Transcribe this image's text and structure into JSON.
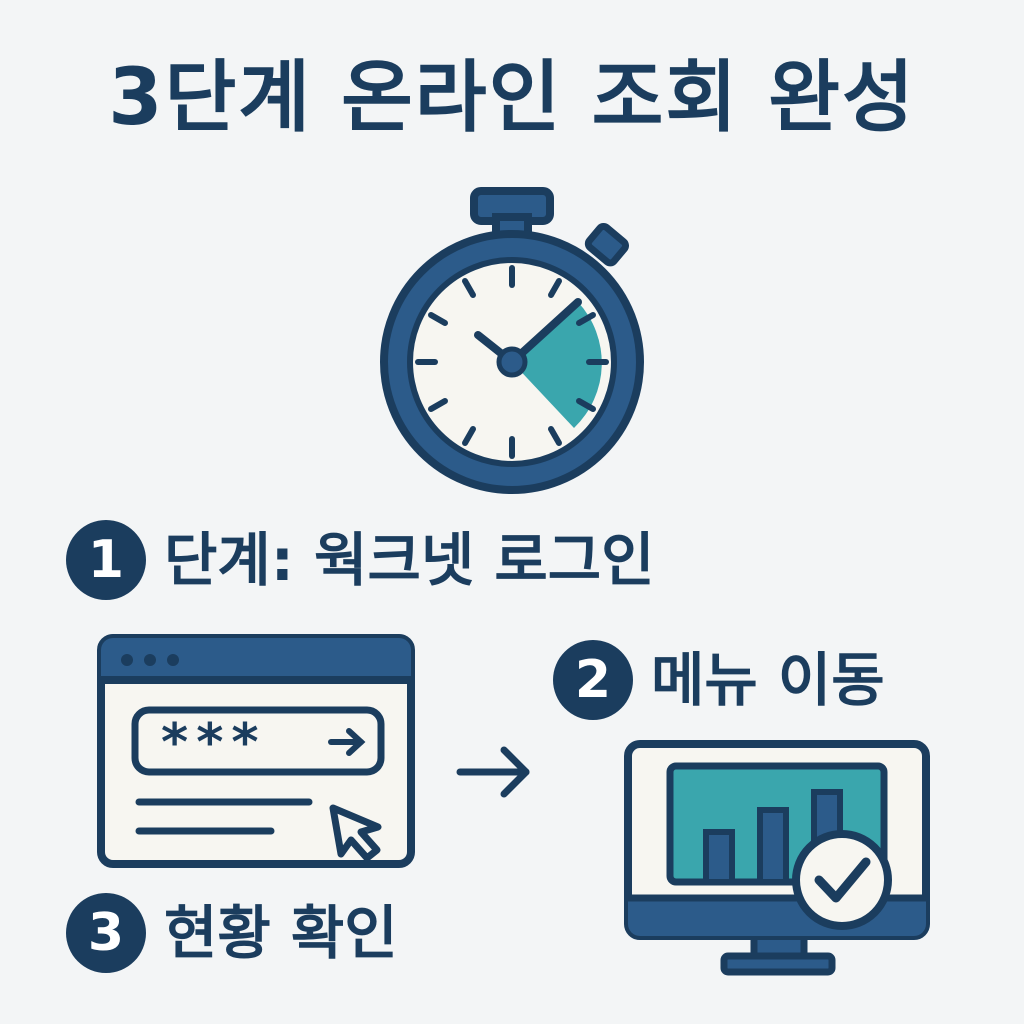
{
  "title": "3단계 온라인 조회 완성",
  "steps": [
    {
      "number": "1",
      "label": "단계: 웍크넷 로그인"
    },
    {
      "number": "2",
      "label": "메뉴 이동"
    },
    {
      "number": "3",
      "label": "현황 확인"
    }
  ],
  "login_window": {
    "password_mask": "***"
  },
  "colors": {
    "navy": "#1b3d5e",
    "blue": "#2c5b8a",
    "teal": "#3aa6ad",
    "paper": "#f7f6f1",
    "background": "#f3f5f6"
  },
  "icons": [
    "stopwatch-icon",
    "login-browser-icon",
    "arrow-right-icon",
    "dashboard-monitor-icon",
    "checkmark-icon",
    "cursor-icon"
  ]
}
